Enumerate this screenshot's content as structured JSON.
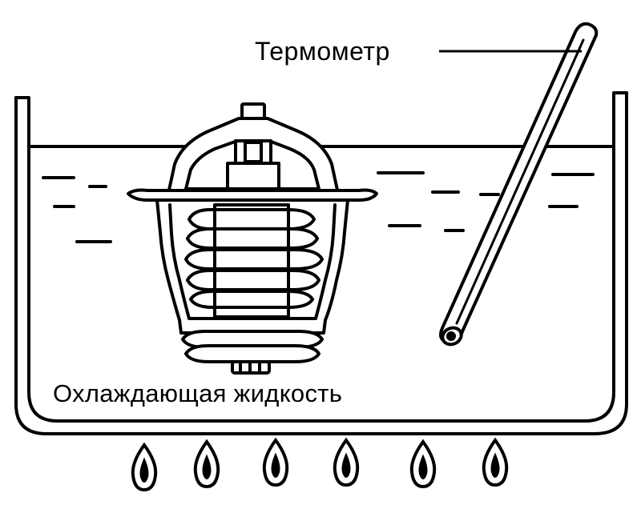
{
  "labels": {
    "thermometer": "Термометр",
    "coolant": "Охлаждающая жидкость"
  },
  "colors": {
    "ink": "#000000",
    "paper": "#ffffff"
  },
  "flames": {
    "count": 6
  }
}
